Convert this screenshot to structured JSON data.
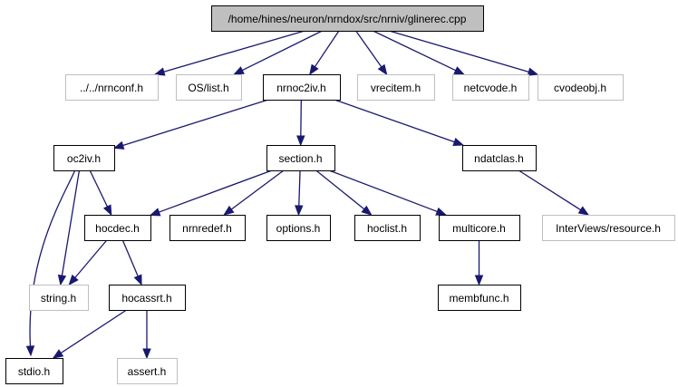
{
  "colors": {
    "edge": "#191970",
    "root_fill": "#bfbfbf",
    "documented_border": "#000000",
    "external_border": "#bfbfbf"
  },
  "graph": {
    "nodes": [
      {
        "id": "root",
        "label": "/home/hines/neuron/nrndox/src/nrniv/glinerec.cpp",
        "kind": "root"
      },
      {
        "id": "nrnconf",
        "label": "../../nrnconf.h",
        "kind": "ext"
      },
      {
        "id": "oslist",
        "label": "OS/list.h",
        "kind": "ext"
      },
      {
        "id": "nrnoc2iv",
        "label": "nrnoc2iv.h",
        "kind": "doc"
      },
      {
        "id": "vrecitem",
        "label": "vrecitem.h",
        "kind": "ext"
      },
      {
        "id": "netcvode",
        "label": "netcvode.h",
        "kind": "ext"
      },
      {
        "id": "cvodeobj",
        "label": "cvodeobj.h",
        "kind": "ext"
      },
      {
        "id": "oc2iv",
        "label": "oc2iv.h",
        "kind": "doc"
      },
      {
        "id": "section",
        "label": "section.h",
        "kind": "doc"
      },
      {
        "id": "ndatclas",
        "label": "ndatclas.h",
        "kind": "doc"
      },
      {
        "id": "hocdec",
        "label": "hocdec.h",
        "kind": "doc"
      },
      {
        "id": "nrnredef",
        "label": "nrnredef.h",
        "kind": "doc"
      },
      {
        "id": "options",
        "label": "options.h",
        "kind": "doc"
      },
      {
        "id": "hoclist",
        "label": "hoclist.h",
        "kind": "doc"
      },
      {
        "id": "multicore",
        "label": "multicore.h",
        "kind": "doc"
      },
      {
        "id": "resource",
        "label": "InterViews/resource.h",
        "kind": "ext"
      },
      {
        "id": "string",
        "label": "string.h",
        "kind": "ext"
      },
      {
        "id": "hocassrt",
        "label": "hocassrt.h",
        "kind": "doc"
      },
      {
        "id": "membfunc",
        "label": "membfunc.h",
        "kind": "doc"
      },
      {
        "id": "stdio",
        "label": "stdio.h",
        "kind": "doc"
      },
      {
        "id": "assert",
        "label": "assert.h",
        "kind": "ext"
      }
    ],
    "edges": [
      [
        "root",
        "nrnconf"
      ],
      [
        "root",
        "oslist"
      ],
      [
        "root",
        "nrnoc2iv"
      ],
      [
        "root",
        "vrecitem"
      ],
      [
        "root",
        "netcvode"
      ],
      [
        "root",
        "cvodeobj"
      ],
      [
        "nrnoc2iv",
        "oc2iv"
      ],
      [
        "nrnoc2iv",
        "section"
      ],
      [
        "nrnoc2iv",
        "ndatclas"
      ],
      [
        "oc2iv",
        "hocdec"
      ],
      [
        "oc2iv",
        "string"
      ],
      [
        "oc2iv",
        "stdio"
      ],
      [
        "section",
        "hocdec"
      ],
      [
        "section",
        "nrnredef"
      ],
      [
        "section",
        "options"
      ],
      [
        "section",
        "hoclist"
      ],
      [
        "section",
        "multicore"
      ],
      [
        "ndatclas",
        "resource"
      ],
      [
        "hocdec",
        "string"
      ],
      [
        "hocdec",
        "hocassrt"
      ],
      [
        "hocassrt",
        "stdio"
      ],
      [
        "hocassrt",
        "assert"
      ],
      [
        "multicore",
        "membfunc"
      ]
    ]
  }
}
